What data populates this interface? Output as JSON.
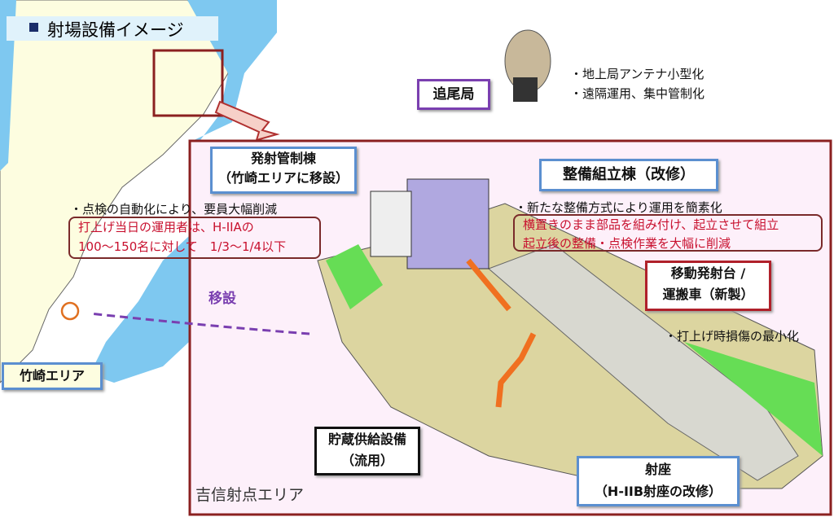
{
  "title": "射場設備イメージ",
  "tracking_station": {
    "label": "追尾局",
    "notes": [
      "・地上局アンテナ小型化",
      "・遠隔運用、集中管制化"
    ]
  },
  "map_labels": {
    "takesaki": "竹崎エリア",
    "yoshinobu": "吉信射点エリア",
    "relocation": "移設"
  },
  "control_building": {
    "label_line1": "発射管制棟",
    "label_line2": "（竹崎エリアに移設）",
    "note": "・点検の自動化により、要員大幅削減",
    "detail_line1": "打上げ当日の運用者は、H-IIAの",
    "detail_line2": "100～150名に対して　1/3～1/4以下"
  },
  "assembly_building": {
    "label": "整備組立棟（改修）",
    "note": "・新たな整備方式により運用を簡素化",
    "detail_line1": "横置きのまま部品を組み付け、起立させて組立",
    "detail_line2": "起立後の整備・点検作業を大幅に削減"
  },
  "mobile_launcher": {
    "label_line1": "移動発射台 /",
    "label_line2": "運搬車（新製）",
    "note": "・打上げ時損傷の最小化"
  },
  "storage": {
    "label_line1": "貯蔵供給設備",
    "label_line2": "（流用）"
  },
  "launch_pad": {
    "label_line1": "射座",
    "label_line2": "（H-IIB射座の改修）"
  }
}
